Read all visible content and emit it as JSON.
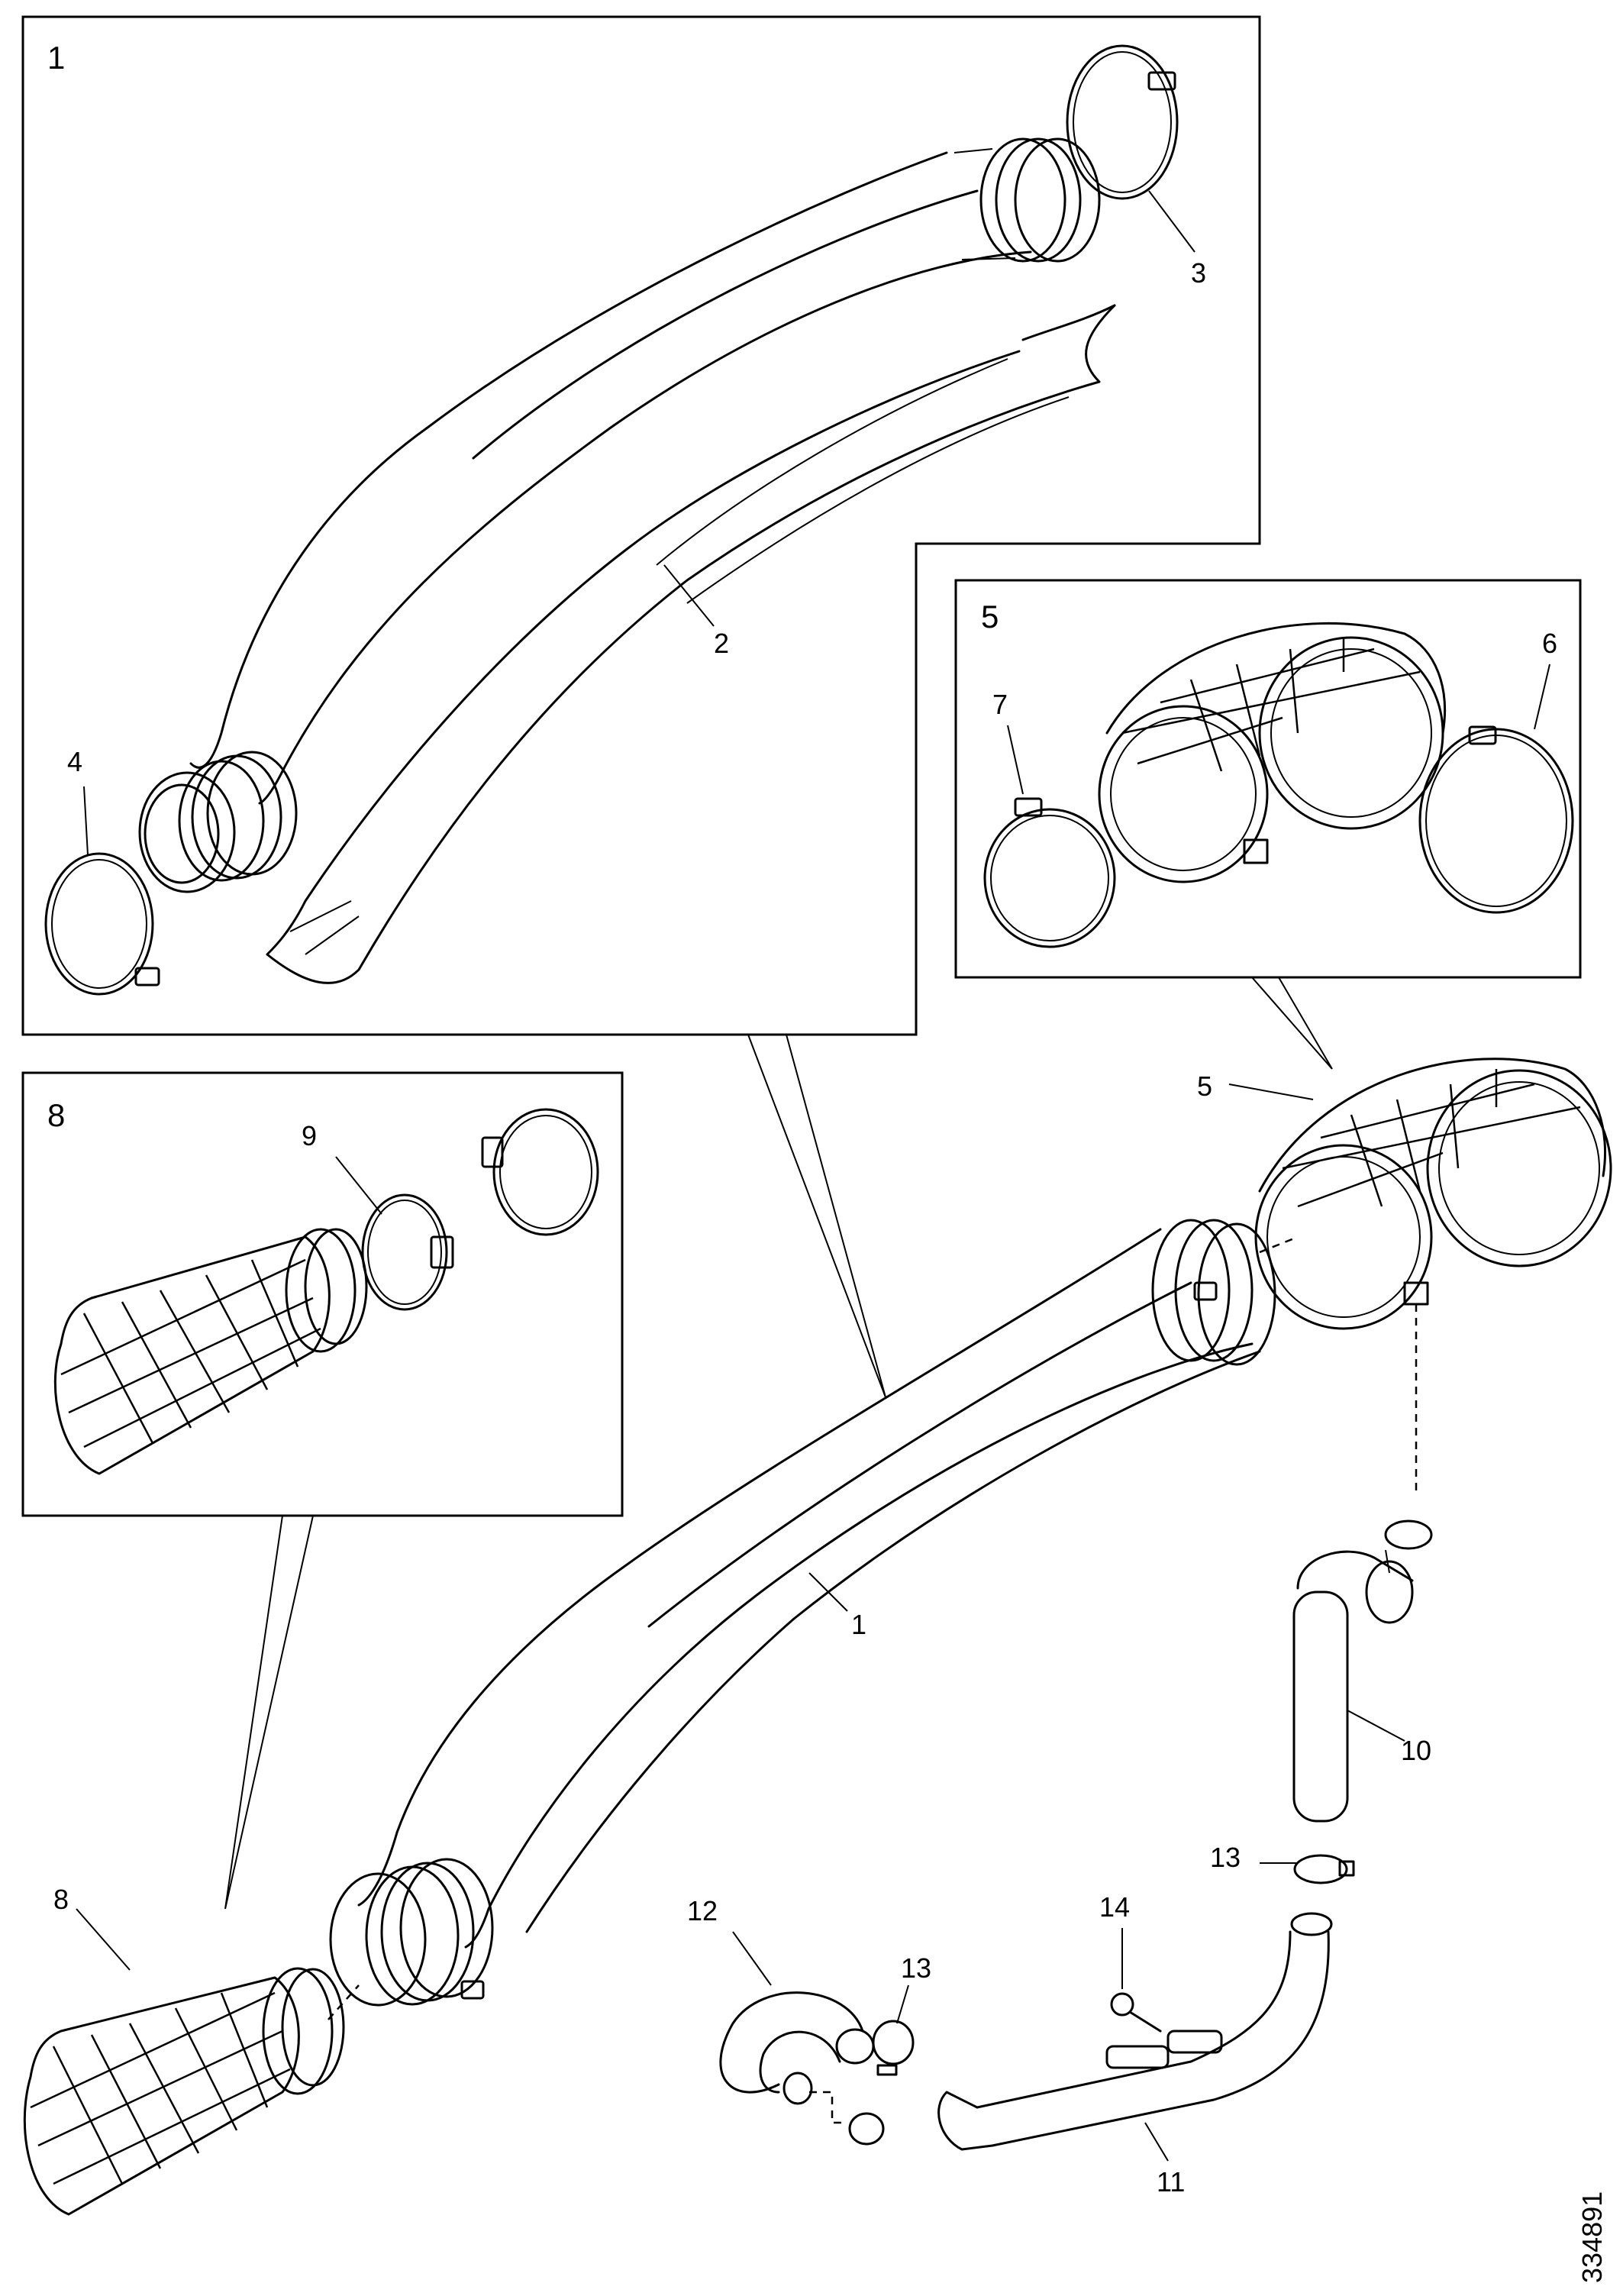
{
  "diagram": {
    "title": "Air intake pipe assembly exploded view",
    "reference_number": "334891",
    "panels": {
      "panel_1_label": "1",
      "panel_5_label": "5",
      "panel_8_label": "8"
    },
    "callouts": {
      "c1": "1",
      "c2": "2",
      "c3": "3",
      "c4": "4",
      "c5_panel": "5",
      "c5_main": "5",
      "c6": "6",
      "c7": "7",
      "c8_panel": "8",
      "c8_main": "8",
      "c9": "9",
      "c10": "10",
      "c11": "11",
      "c12": "12",
      "c13a": "13",
      "c13b": "13",
      "c14": "14"
    }
  }
}
